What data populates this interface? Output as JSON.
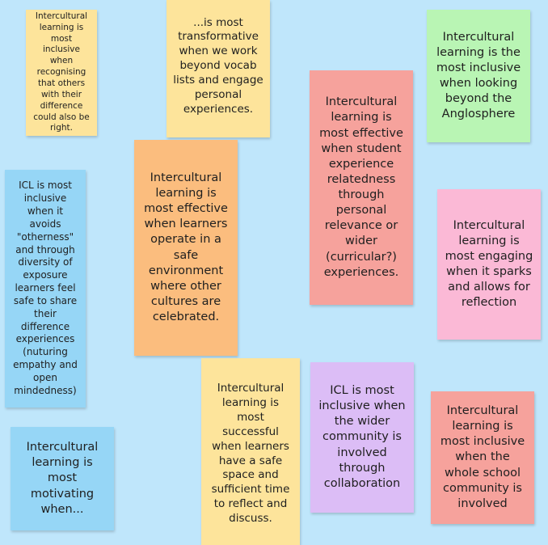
{
  "board": {
    "background": "#bfe6fb",
    "notes": [
      {
        "id": "n1",
        "color": "#fde49b",
        "text": "Intercultural learning is most inclusive when recognising that others with their difference could also be right."
      },
      {
        "id": "n2",
        "color": "#fde49b",
        "text": "...is most transformative when we work beyond vocab lists and engage personal experiences."
      },
      {
        "id": "n3",
        "color": "#b9f5b4",
        "text": "Intercultural learning is the most inclusive when looking beyond the Anglosphere"
      },
      {
        "id": "n4",
        "color": "#f6a29c",
        "text": "Intercultural learning is most effective when student experience relatedness through personal relevance or wider (curricular?) experiences."
      },
      {
        "id": "n5",
        "color": "#fbbd7e",
        "text": "Intercultural learning is most effective when learners operate in a safe environment where other cultures are celebrated."
      },
      {
        "id": "n6",
        "color": "#96d6f6",
        "text": "ICL is most inclusive when it avoids \"otherness\" and through diversity of exposure learners feel safe to share their difference experiences (nuturing empathy and open mindedness)"
      },
      {
        "id": "n7",
        "color": "#fbb9d6",
        "text": "Intercultural learning is most engaging when it sparks and allows for reflection"
      },
      {
        "id": "n8",
        "color": "#96d6f6",
        "text": "Intercultural learning is most motivating when..."
      },
      {
        "id": "n9",
        "color": "#fde49b",
        "text": "Intercultural learning is most successful when learners have a safe space and sufficient time to reflect and discuss."
      },
      {
        "id": "n10",
        "color": "#dcbdf6",
        "text": "ICL is most inclusive when the wider community is involved through collaboration"
      },
      {
        "id": "n11",
        "color": "#f6a29c",
        "text": "Intercultural learning is most inclusive when the whole school community is involved"
      }
    ]
  }
}
